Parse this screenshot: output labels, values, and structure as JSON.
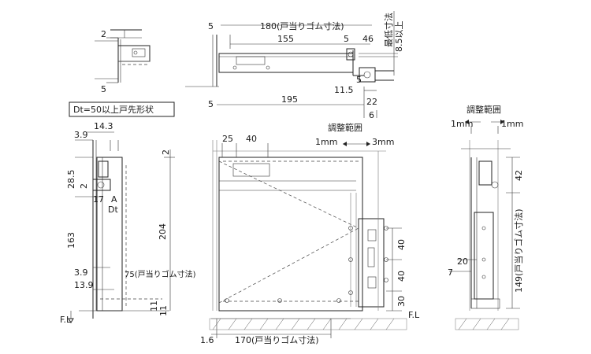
{
  "dims": {
    "d_2_top": "2",
    "d_5_left": "5",
    "d_180_gom": "180(戸当りゴム寸法)",
    "d_155": "155",
    "d_5_mid": "5",
    "d_46": "46",
    "d_min_85": "最低寸法",
    "d_85_ijo": "8.5以上",
    "d_11_5": "11.5",
    "d_5_mid2": "5",
    "d_195": "195",
    "d_22": "22",
    "d_6": "6",
    "d_14_3": "14.3",
    "d_3_9_top": "3.9",
    "d_2_side": "2",
    "d_28_5": "28.5",
    "d_2_side2": "2",
    "d_17": "17",
    "d_A": "A",
    "d_Dt": "Dt",
    "d_204": "204",
    "d_163": "163",
    "d_3_9_bot": "3.9",
    "d_13_9": "13.9",
    "d_11_a": "11",
    "d_11_b": "11",
    "d_25": "25",
    "d_40_top": "40",
    "d_40_r1": "40",
    "d_40_r2": "40",
    "d_30": "30",
    "d_1_6": "1.6",
    "d_170_gom": "170(戸当りゴム寸法)",
    "d_42": "42",
    "d_20": "20",
    "d_7": "7",
    "d_149_gom": "149(戸当りゴム寸法)",
    "d_75_gom": "75(戸当りゴム寸法)"
  },
  "notes": {
    "dt_box": "Dt=50以上戸先形状",
    "adj_mid_title": "調整範囲",
    "adj_mid_left": "1mm",
    "adj_mid_right": "3mm",
    "adj_right_title": "調整範囲",
    "adj_right_left": "1mm",
    "adj_right_right": "1mm",
    "fl_left": "F.L",
    "fl_mid": "F.L"
  }
}
